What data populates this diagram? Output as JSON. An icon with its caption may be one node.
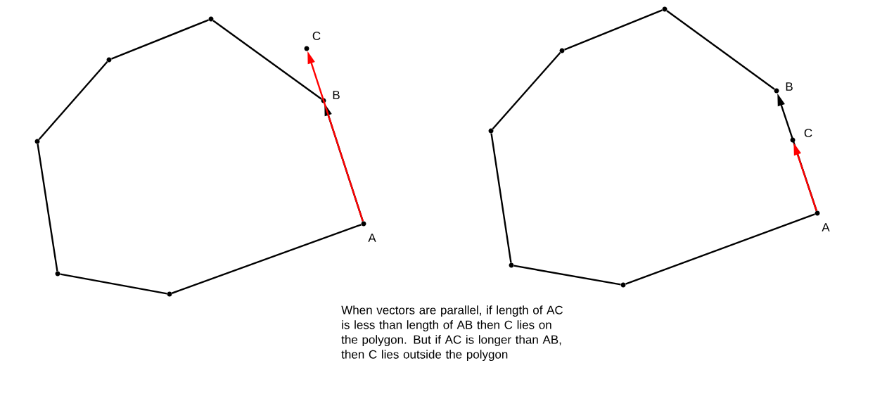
{
  "diagram": {
    "nodes": [
      {
        "text": [],
        "shape": "circle"
      },
      {
        "text": [],
        "shape": "circle"
      },
      {
        "text": [],
        "shape": "circle"
      },
      {
        "text": [],
        "shape": "circle"
      },
      {
        "text": [],
        "shape": "circle"
      },
      {
        "text": [],
        "shape": "circle",
        "beside": [
          "A"
        ]
      },
      {
        "text": [],
        "shape": "circle",
        "beside": [
          "B"
        ]
      },
      {
        "text": [],
        "shape": "circle",
        "beside": [
          "C"
        ]
      },
      {
        "text": [],
        "shape": "circle"
      },
      {
        "text": [],
        "shape": "circle"
      },
      {
        "text": [],
        "shape": "circle"
      },
      {
        "text": [],
        "shape": "circle"
      },
      {
        "text": [],
        "shape": "circle"
      },
      {
        "text": [],
        "shape": "circle",
        "beside": [
          "A"
        ]
      },
      {
        "text": [],
        "shape": "circle",
        "beside": [
          "B"
        ]
      },
      {
        "text": [],
        "shape": "circle",
        "beside": [
          "C"
        ]
      }
    ],
    "edges": [
      {
        "from": 0,
        "to": 1,
        "arrow": "none"
      },
      {
        "from": 1,
        "to": 2,
        "arrow": "none"
      },
      {
        "from": 2,
        "to": 3,
        "arrow": "none"
      },
      {
        "from": 3,
        "to": 4,
        "arrow": "none"
      },
      {
        "from": 4,
        "to": 5,
        "arrow": "none"
      },
      {
        "from": 6,
        "to": 0,
        "arrow": "none"
      },
      {
        "from": 5,
        "to": 6,
        "arrow": "to"
      },
      {
        "from": 5,
        "to": 7,
        "arrow": "to",
        "color": "#ff0000"
      },
      {
        "from": 8,
        "to": 9,
        "arrow": "none"
      },
      {
        "from": 9,
        "to": 10,
        "arrow": "none"
      },
      {
        "from": 10,
        "to": 11,
        "arrow": "none"
      },
      {
        "from": 11,
        "to": 12,
        "arrow": "none"
      },
      {
        "from": 12,
        "to": 13,
        "arrow": "none"
      },
      {
        "from": 14,
        "to": 8,
        "arrow": "none"
      },
      {
        "from": 13,
        "to": 14,
        "arrow": "to"
      },
      {
        "from": 13,
        "to": 15,
        "arrow": "to",
        "color": "#ff0000"
      }
    ],
    "labels": [
      "When vectors are parallel, if length of AC is less than length of AB then C lies on the polygon. But if AC is longer than AB, then C lies outside the polygon"
    ]
  }
}
